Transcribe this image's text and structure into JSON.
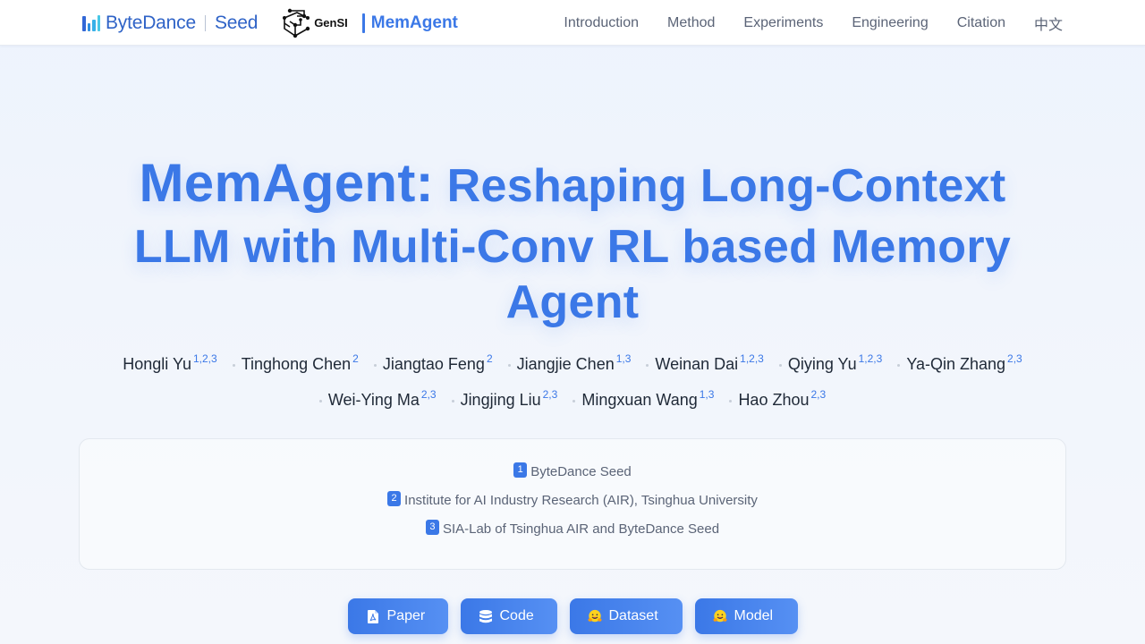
{
  "nav": {
    "brand": {
      "bytedance": "ByteDance",
      "seed": "Seed",
      "gensi": "GenSI",
      "project": "MemAgent"
    },
    "links": [
      {
        "label": "Introduction"
      },
      {
        "label": "Method"
      },
      {
        "label": "Experiments"
      },
      {
        "label": "Engineering"
      },
      {
        "label": "Citation"
      },
      {
        "label": "中文"
      }
    ]
  },
  "hero": {
    "title_prefix": "MemAgent:",
    "title_line1_rest": " Reshaping Long-Context",
    "title_line2": "LLM with Multi-Conv RL based Memory",
    "title_line3": "Agent",
    "accent_color": "#3b78e7"
  },
  "authors": {
    "row1": [
      {
        "name": "Hongli Yu",
        "aff": "1,2,3"
      },
      {
        "name": "Tinghong Chen",
        "aff": "2"
      },
      {
        "name": "Jiangtao Feng",
        "aff": "2"
      },
      {
        "name": "Jiangjie Chen",
        "aff": "1,3"
      },
      {
        "name": "Weinan Dai",
        "aff": "1,2,3"
      },
      {
        "name": "Qiying Yu",
        "aff": "1,2,3"
      },
      {
        "name": "Ya-Qin Zhang",
        "aff": "2,3"
      }
    ],
    "row2": [
      {
        "name": "Wei-Ying Ma",
        "aff": "2,3"
      },
      {
        "name": "Jingjing Liu",
        "aff": "2,3"
      },
      {
        "name": "Mingxuan Wang",
        "aff": "1,3"
      },
      {
        "name": "Hao Zhou",
        "aff": "2,3"
      }
    ]
  },
  "affiliations": [
    {
      "num": "1",
      "name": "ByteDance Seed"
    },
    {
      "num": "2",
      "name": "Institute for AI Industry Research (AIR), Tsinghua University"
    },
    {
      "num": "3",
      "name": "SIA-Lab of Tsinghua AIR and ByteDance Seed"
    }
  ],
  "buttons": [
    {
      "label": "Paper",
      "icon": "pdf-icon"
    },
    {
      "label": "Code",
      "icon": "database-icon"
    },
    {
      "label": "Dataset",
      "icon": "hugging-face-icon"
    },
    {
      "label": "Model",
      "icon": "hugging-face-icon"
    }
  ]
}
